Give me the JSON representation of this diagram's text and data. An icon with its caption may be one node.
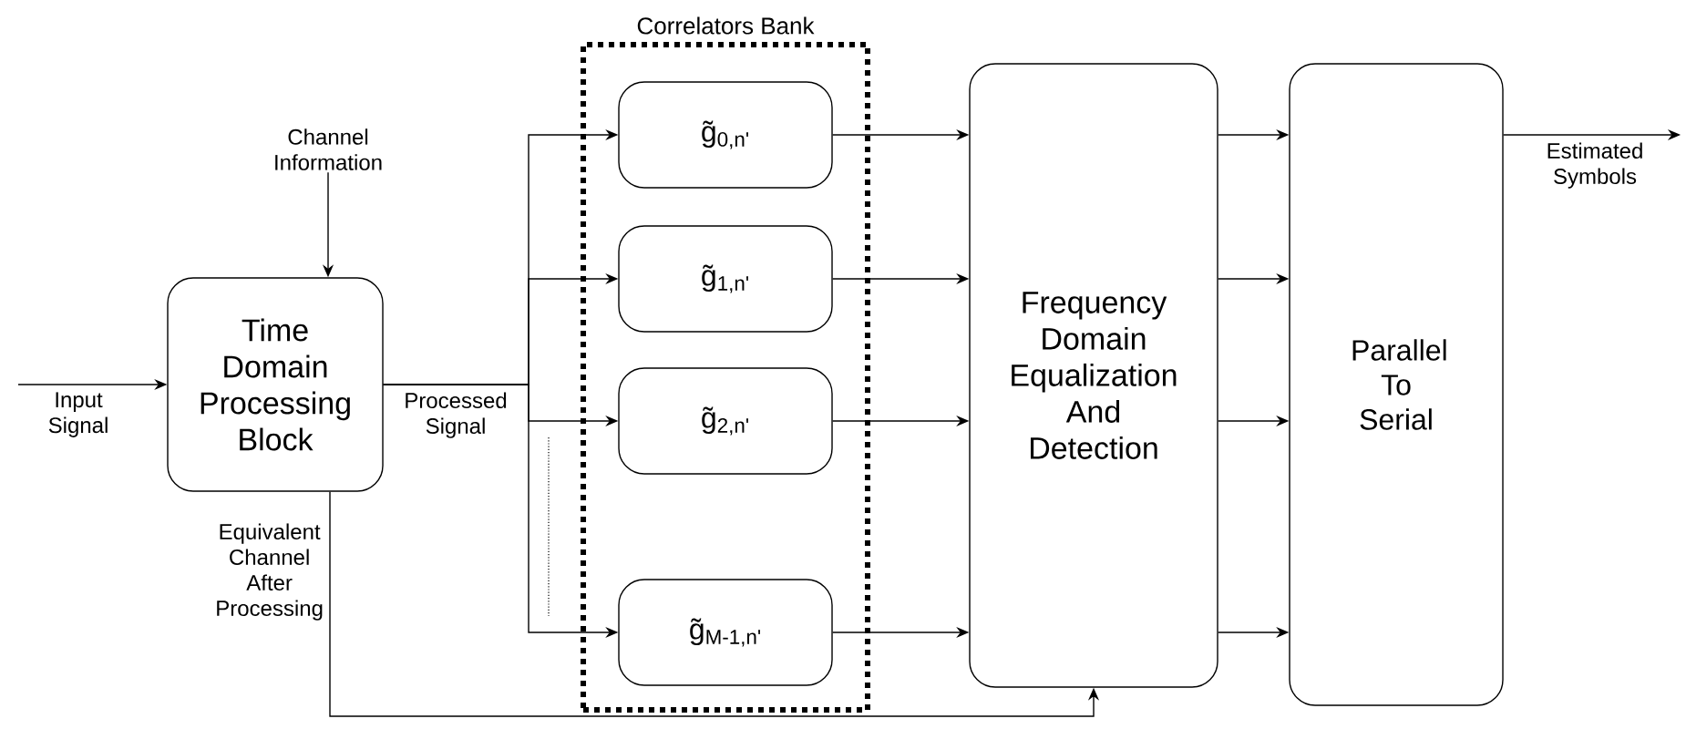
{
  "diagram": {
    "nodes": [
      {
        "text": [
          "Time Domain Processing Block"
        ]
      },
      {
        "text": [
          "Correlators Bank"
        ]
      },
      {
        "text": [
          "g̃$_{0,n'}$"
        ],
        "in": 1
      },
      {
        "text": [
          "g̃$_{1,n'}$"
        ],
        "in": 1
      },
      {
        "text": [
          "g̃$_{2,n'}$"
        ],
        "in": 1
      },
      {
        "text": [
          "g̃$_{M-1,n'}$"
        ],
        "in": 1
      },
      {
        "text": [
          "Frequency Domain Equalization And Detection"
        ]
      },
      {
        "text": [
          "Parallel To Serial"
        ]
      },
      {
        "text": [
          "Channel Information"
        ]
      }
    ],
    "edges": [
      {
        "from": null,
        "to": 0,
        "arrow": "to",
        "label": "Input Signal"
      },
      {
        "from": 8,
        "to": 0,
        "arrow": "to"
      },
      {
        "from": 0,
        "to": 2,
        "arrow": "to",
        "label": "Processed Signal"
      },
      {
        "from": 0,
        "to": 3,
        "arrow": "to"
      },
      {
        "from": 0,
        "to": 4,
        "arrow": "to"
      },
      {
        "from": 0,
        "to": 5,
        "arrow": "to"
      },
      {
        "from": 0,
        "to": 6,
        "arrow": "to",
        "label": "Equivalent Channel After Processing"
      },
      {
        "from": 2,
        "to": 6,
        "arrow": "to"
      },
      {
        "from": 3,
        "to": 6,
        "arrow": "to"
      },
      {
        "from": 4,
        "to": 6,
        "arrow": "to"
      },
      {
        "from": 5,
        "to": 6,
        "arrow": "to"
      },
      {
        "from": 6,
        "to": 7,
        "arrow": "to"
      },
      {
        "from": 6,
        "to": 7,
        "arrow": "to"
      },
      {
        "from": 6,
        "to": 7,
        "arrow": "to"
      },
      {
        "from": 6,
        "to": 7,
        "arrow": "to"
      },
      {
        "from": 7,
        "to": null,
        "arrow": "to",
        "label": "Estimated Symbols"
      }
    ]
  }
}
